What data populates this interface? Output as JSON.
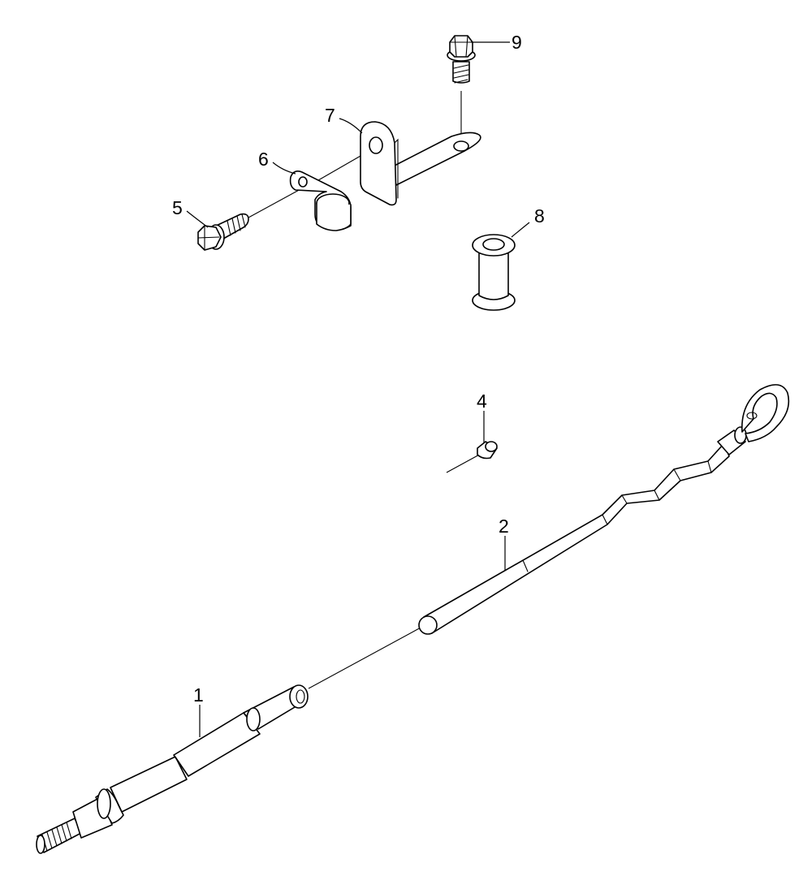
{
  "diagram": {
    "type": "exploded-parts-view",
    "callouts": [
      {
        "id": "1",
        "label": "1"
      },
      {
        "id": "2",
        "label": "2"
      },
      {
        "id": "4",
        "label": "4"
      },
      {
        "id": "5",
        "label": "5"
      },
      {
        "id": "6",
        "label": "6"
      },
      {
        "id": "7",
        "label": "7"
      },
      {
        "id": "8",
        "label": "8"
      },
      {
        "id": "9",
        "label": "9"
      }
    ]
  }
}
